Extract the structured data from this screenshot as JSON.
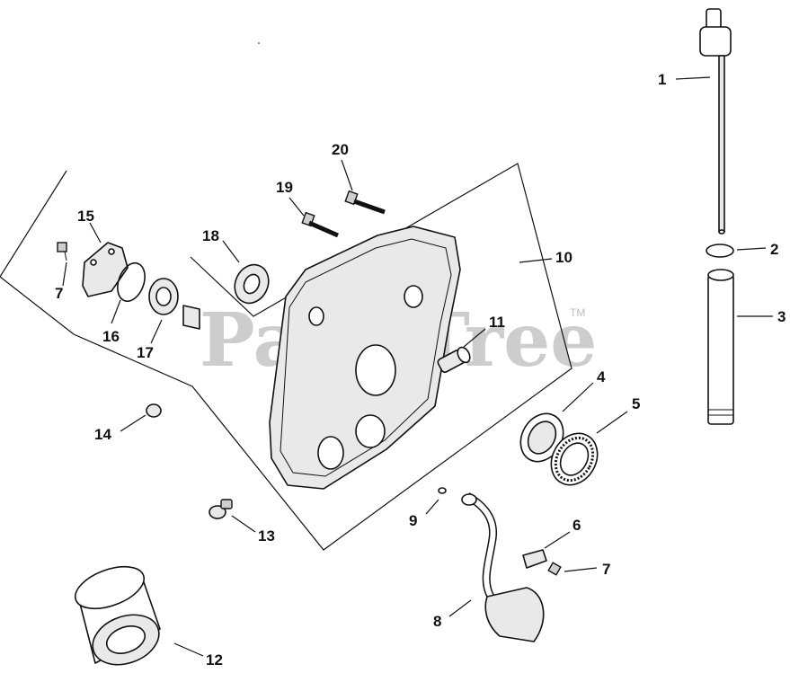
{
  "watermark": {
    "text": "PartsTree",
    "tm": "TM"
  },
  "callouts": [
    "1",
    "2",
    "3",
    "4",
    "5",
    "6",
    "7",
    "8",
    "9",
    "10",
    "11",
    "12",
    "13",
    "14",
    "15",
    "16",
    "17",
    "18",
    "19",
    "20",
    "7"
  ]
}
